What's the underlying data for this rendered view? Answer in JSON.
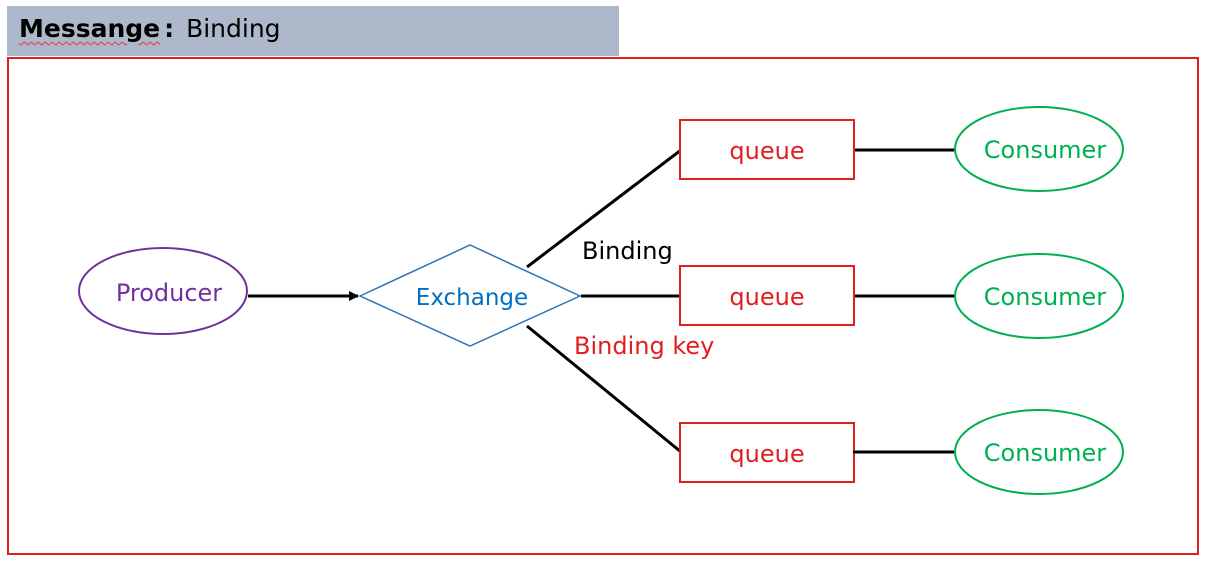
{
  "header": {
    "title": "Messange",
    "separator": ":",
    "subtitle": "Binding"
  },
  "diagram": {
    "producer": "Producer",
    "exchange": "Exchange",
    "binding_label": "Binding",
    "binding_key_label": "Binding key",
    "queues": [
      "queue",
      "queue",
      "queue"
    ],
    "consumers": [
      "Consumer",
      "Consumer",
      "Consumer"
    ]
  },
  "colors": {
    "frame": "#e02020",
    "header_bg": "#adb9ca",
    "producer": "#7030a0",
    "exchange": "#2e75b6",
    "exchange_text": "#0070c0",
    "queue": "#e02020",
    "consumer": "#00b050",
    "binding_key": "#e02020"
  }
}
